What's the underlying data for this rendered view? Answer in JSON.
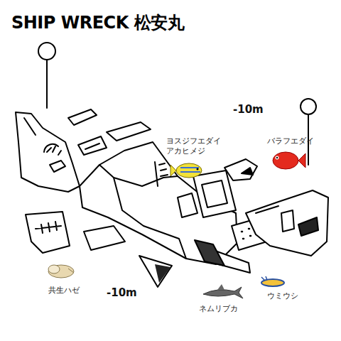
{
  "diagram": {
    "title": "SHIP WRECK 松安丸",
    "labels": [
      "-10m",
      "ヨスジフエダイ",
      "アカヒメジ",
      "バラフエダイ",
      "共生ハゼ",
      "-10m",
      "ネムリブカ",
      "ウミウシ"
    ]
  }
}
